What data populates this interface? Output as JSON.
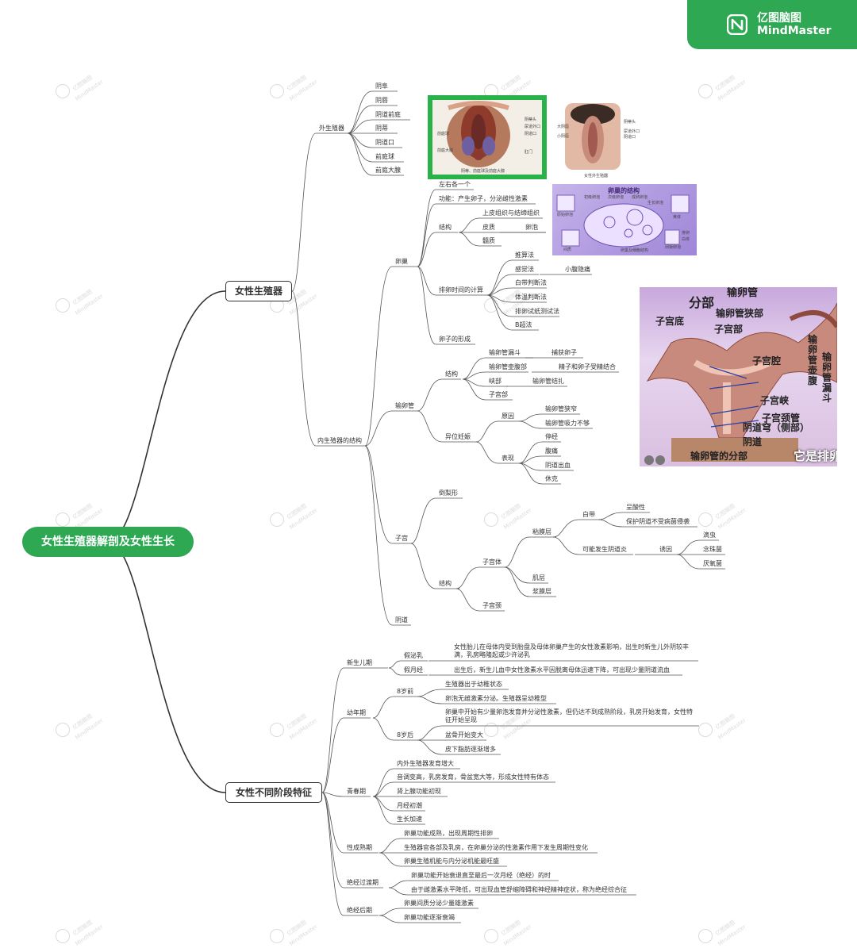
{
  "brand": {
    "name_cn": "亿图脑图",
    "name_en": "MindMaster",
    "watermark_cn": "亿图脑图",
    "watermark_en": "MindMaster"
  },
  "root": "女性生殖器解剖及女性生长",
  "b1": {
    "label": "女性生殖器",
    "ext": {
      "label": "外生殖器",
      "items": [
        "阴阜",
        "阴唇",
        "阴道前庭",
        "阴蒂",
        "阴道口",
        "前庭球",
        "前庭大腺"
      ]
    },
    "int": {
      "label": "内生殖器的结构",
      "ovary": {
        "label": "卵巢",
        "count": "左右各一个",
        "func": "功能：产生卵子，分泌雌性激素",
        "struct": {
          "label": "结构",
          "a": "上皮组织与结缔组织",
          "b": "皮质",
          "b1": "卵泡",
          "c": "髓质"
        },
        "ovul": {
          "label": "排卵时间的计算",
          "items": [
            "推算法",
            "感觉法",
            "白带判断法",
            "体温判断法",
            "排卵试纸测试法",
            "B超法"
          ],
          "feel": "小腹隐痛"
        },
        "form": "卵子的形成"
      },
      "tube": {
        "label": "输卵管",
        "struct": {
          "label": "结构",
          "a": "输卵管漏斗",
          "a1": "捕获卵子",
          "b": "输卵管壶腹部",
          "b1": "精子和卵子受精结合",
          "c": "峡部",
          "c1": "输卵管结扎",
          "d": "子宫部"
        },
        "ectopic": {
          "label": "异位妊娠",
          "cause": {
            "label": "原因",
            "items": [
              "输卵管狭窄",
              "输卵管吸力不够"
            ]
          },
          "sign": {
            "label": "表现",
            "items": [
              "停经",
              "腹痛",
              "阴道出血",
              "休克"
            ]
          }
        }
      },
      "uterus": {
        "label": "子宫",
        "shape": "倒梨形",
        "struct": {
          "label": "结构",
          "body": {
            "label": "子宫体",
            "mucosa": {
              "label": "粘膜层",
              "leuk": {
                "label": "白带",
                "items": [
                  "呈酸性",
                  "保护阴道不受病菌侵袭"
                ]
              },
              "vag": {
                "label": "可能发生阴道炎",
                "cause": "诱因",
                "items": [
                  "滴虫",
                  "念珠菌",
                  "厌氧菌"
                ]
              }
            },
            "muscle": "肌层",
            "serosa": "浆膜层"
          },
          "neck": "子宫颈"
        }
      },
      "vagina": "阴道"
    }
  },
  "b2": {
    "label": "女性不同阶段特征",
    "newborn": {
      "label": "新生儿期",
      "a": "假泌乳",
      "a1": "女性胎儿在母体内受到胎盘及母体卵巢产生的女性激素影响，出生时新生儿外阴较丰满，乳房略隆起或少许泌乳",
      "b": "假月经",
      "b1": "出生后，新生儿血中女性激素水平因脱离母体迅速下降，可出现少量阴道流血"
    },
    "child": {
      "label": "幼年期",
      "before8": {
        "label": "8岁前",
        "items": [
          "生殖器出于幼稚状态",
          "卵泡无雌激素分泌。生殖器呈幼稚型"
        ]
      },
      "after8": {
        "label": "8岁后",
        "items": [
          "卵巢中开始有少量卵泡发育并分泌性激素，但仍达不到成熟阶段，乳房开始发育，女性特征开始呈现",
          "盆骨开始变大",
          "皮下脂肪逐渐增多"
        ]
      }
    },
    "puberty": {
      "label": "青春期",
      "items": [
        "内外生殖器发育增大",
        "音调变高，乳房发育，骨盆宽大等，形成女性特有体态",
        "肾上腺功能初现",
        "月经初潮",
        "生长加速"
      ]
    },
    "mature": {
      "label": "性成熟期",
      "items": [
        "卵巢功能成熟，出现周期性排卵",
        "生殖器官各部及乳房，在卵巢分泌的性激素作用下发生周期性变化",
        "卵巢生殖机能与内分泌机能最旺盛"
      ]
    },
    "peri": {
      "label": "绝经过渡期",
      "items": [
        "卵巢功能开始衰退直至最后一次月经（绝经）的时",
        "由于雌激素水平降低，可出现血管舒缩障碍和神经精神症状，称为绝经综合征"
      ]
    },
    "post": {
      "label": "绝经后期",
      "items": [
        "卵巢间质分泌少量雄激素",
        "卵巢功能逐渐衰竭"
      ]
    }
  },
  "images": {
    "img1": {
      "caption": "阴蒂、前庭球及前庭大腺",
      "labels_r": [
        "阴蒂头",
        "尿道外口",
        "阴道口",
        "肛门"
      ],
      "labels_l": [
        "前庭球",
        "前庭大腺"
      ]
    },
    "img2": {
      "caption": "女性外生殖器",
      "labels_r": [
        "阴蒂头",
        "尿道外口",
        "阴道口"
      ],
      "labels_l": [
        "大阴唇",
        "小阴唇"
      ]
    },
    "img3": {
      "title": "卵巢的结构",
      "caption": "卵巢及细胞结构",
      "labels": [
        "初级卵泡",
        "次级卵泡",
        "成熟卵泡",
        "原始卵泡",
        "黄体",
        "白体",
        "闭锁卵泡",
        "间质",
        "生长卵泡",
        "排卵"
      ]
    },
    "img4": {
      "labels": [
        "分部",
        "输卵管狭部",
        "子宫底",
        "子宫部",
        "输卵管壶腹",
        "输卵管漏斗",
        "子宫腔",
        "子宫峡",
        "子宫颈管",
        "阴道穹（侧部）",
        "阴道",
        "输卵管的分部"
      ],
      "overlay": "它是排卵",
      "top": "输卵管"
    }
  },
  "colors": {
    "green": "#2fa854",
    "line": "#555555",
    "root_text": "#ffffff"
  }
}
